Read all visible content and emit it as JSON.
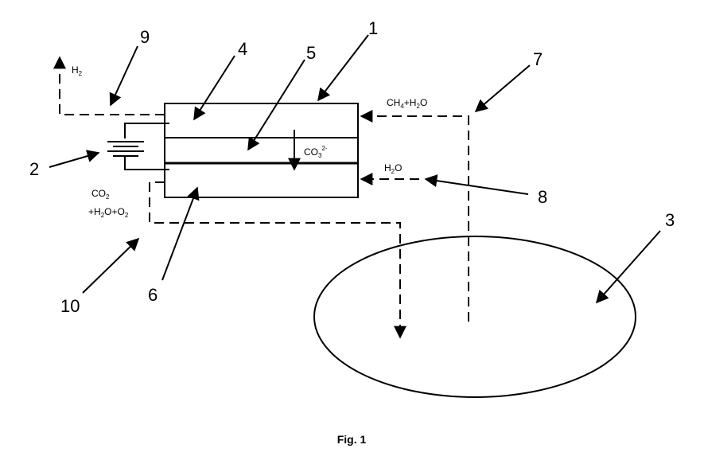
{
  "figure": {
    "caption": "Fig. 1",
    "reference_numerals": {
      "n1": "1",
      "n2": "2",
      "n3": "3",
      "n4": "4",
      "n5": "5",
      "n6": "6",
      "n7": "7",
      "n8": "8",
      "n9": "9",
      "n10": "10"
    },
    "labels": {
      "h2": {
        "base": "H",
        "sub": "2"
      },
      "ch4_h2o": {
        "ch": "CH",
        "sub4": "4",
        "plus_h": "+H",
        "sub2": "2",
        "o": "O"
      },
      "carbonate": {
        "base": "CO",
        "sub": "3",
        "sup": "2-"
      },
      "h2o": {
        "base": "H",
        "sub": "2",
        "o": "O"
      },
      "co2": {
        "base": "CO",
        "sub": "2"
      },
      "h2o_o2": {
        "plus_h": "+H",
        "sub2a": "2",
        "o_plus_o": "O+O",
        "sub2b": "2"
      }
    }
  }
}
